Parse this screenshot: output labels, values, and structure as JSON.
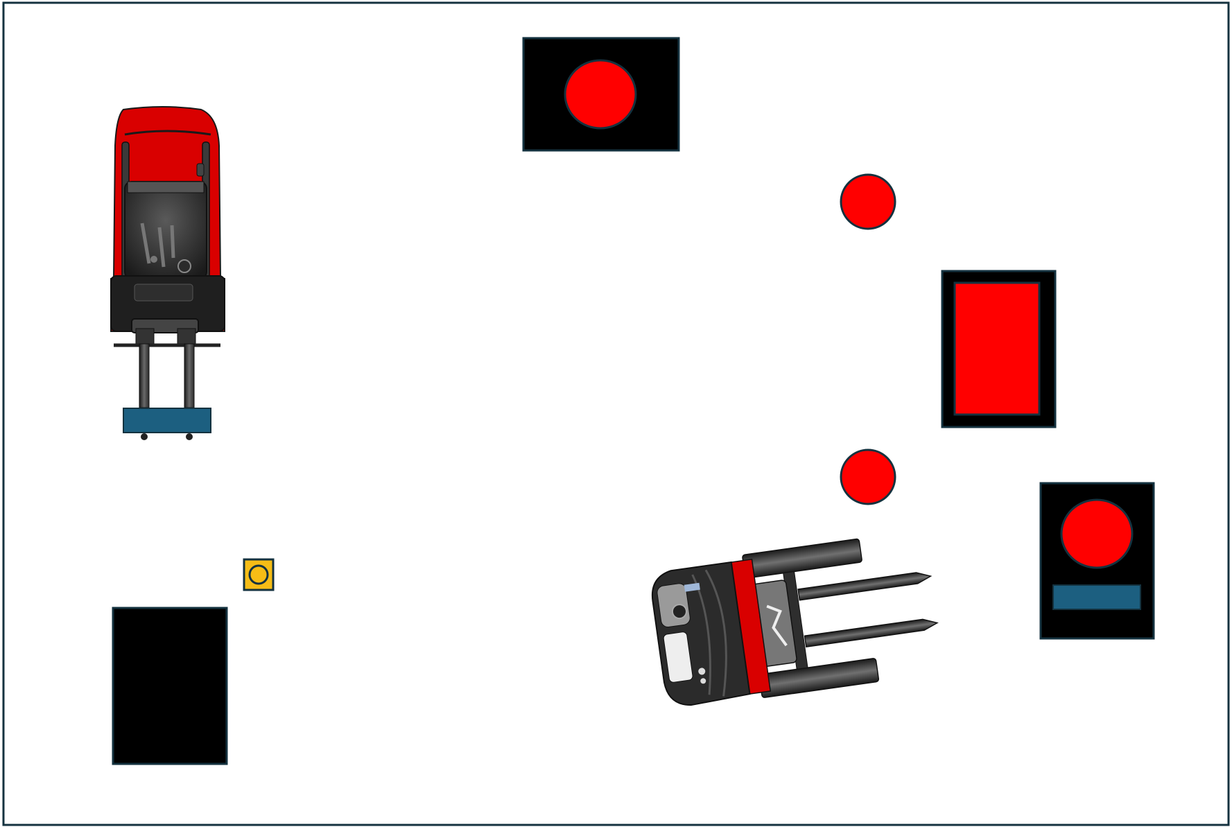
{
  "scene": {
    "type": "warehouse-floor-plan",
    "background": "#ffffff",
    "frame_color": "#14323f"
  },
  "colors": {
    "red": "#ff0000",
    "black": "#000000",
    "outline": "#14323f",
    "blue": "#1c5f80",
    "yellow": "#f6bd16",
    "forklift_red": "#d90000",
    "forklift_dark": "#2b2b2b",
    "fork_gray": "#555555"
  },
  "objects": [
    {
      "kind": "forklift",
      "heading": "south",
      "load": "blue-pallet"
    },
    {
      "kind": "forklift",
      "heading": "east",
      "load": "none"
    },
    {
      "kind": "station",
      "fill": "black",
      "marker": "red-circle"
    },
    {
      "kind": "marker",
      "fill": "red-circle"
    },
    {
      "kind": "station",
      "fill": "black",
      "marker": "red-rectangle"
    },
    {
      "kind": "marker",
      "fill": "red-circle"
    },
    {
      "kind": "station",
      "fill": "black",
      "marker": "red-circle",
      "slot": "blue-bar"
    },
    {
      "kind": "station",
      "fill": "black",
      "marker": "none"
    },
    {
      "kind": "button",
      "fill": "yellow",
      "icon": "ring"
    }
  ],
  "icons": [
    "forklift-icon",
    "target-circle-icon",
    "charging-button-icon"
  ]
}
